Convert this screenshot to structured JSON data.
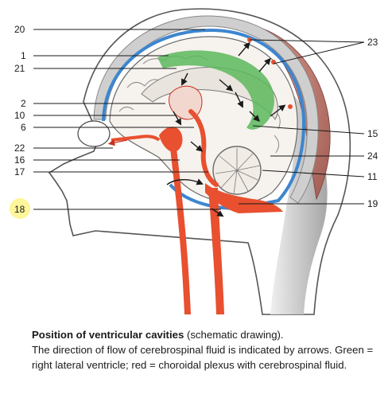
{
  "figure": {
    "labels": {
      "l20": "20",
      "l1": "1",
      "l21": "21",
      "l2": "2",
      "l10": "10",
      "l6": "6",
      "l22": "22",
      "l16": "16",
      "l17": "17",
      "l18": "18",
      "l23": "23",
      "l15": "15",
      "l24": "24",
      "l11": "11",
      "l19": "19"
    },
    "colors": {
      "csf_red": "#e8502f",
      "csf_blue": "#3d86cf",
      "ventricle_green": "#5cb85c",
      "skin_gray": "#b9b9b9",
      "scalp_brown": "#a8645a",
      "highlight_yellow": "#fff59a"
    }
  },
  "caption": {
    "title": "Position of ventricular cavities",
    "title_note": " (schematic drawing).",
    "body": "The direction of flow of cerebrospinal fluid is indicated by arrows. Green = right lateral ventricle; red = choroidal plexus with cerebrospinal fluid."
  }
}
